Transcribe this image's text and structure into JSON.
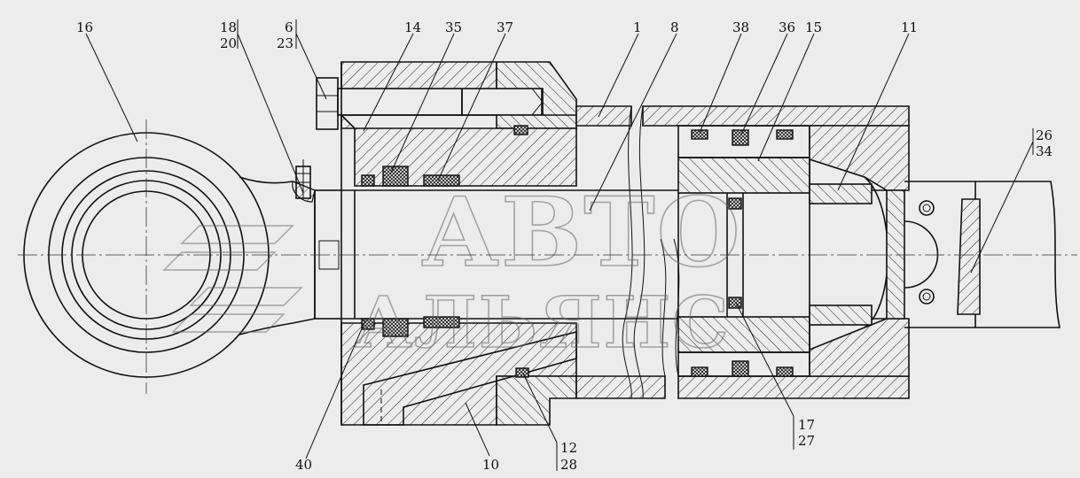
{
  "callouts": [
    {
      "id": "c16",
      "text": "16"
    },
    {
      "id": "c18",
      "text": "18"
    },
    {
      "id": "c20",
      "text": "20"
    },
    {
      "id": "c6",
      "text": "6"
    },
    {
      "id": "c23",
      "text": "23"
    },
    {
      "id": "c14",
      "text": "14"
    },
    {
      "id": "c35",
      "text": "35"
    },
    {
      "id": "c37",
      "text": "37"
    },
    {
      "id": "c1",
      "text": "1"
    },
    {
      "id": "c8",
      "text": "8"
    },
    {
      "id": "c38",
      "text": "38"
    },
    {
      "id": "c36",
      "text": "36"
    },
    {
      "id": "c15",
      "text": "15"
    },
    {
      "id": "c11",
      "text": "11"
    },
    {
      "id": "c26",
      "text": "26"
    },
    {
      "id": "c34",
      "text": "34"
    },
    {
      "id": "c17",
      "text": "17"
    },
    {
      "id": "c27",
      "text": "27"
    },
    {
      "id": "c12",
      "text": "12"
    },
    {
      "id": "c28",
      "text": "28"
    },
    {
      "id": "c10",
      "text": "10"
    },
    {
      "id": "c40",
      "text": "40"
    }
  ],
  "watermark": {
    "line1": "АВТО",
    "line2": "АЛЬЯНС"
  }
}
